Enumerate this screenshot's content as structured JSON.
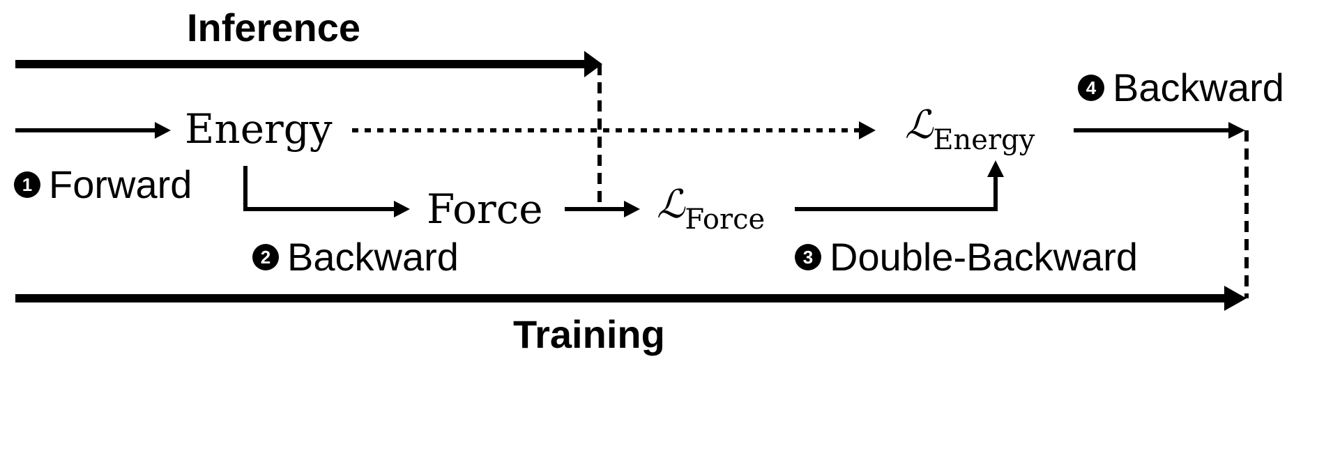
{
  "titles": {
    "inference": "Inference",
    "training": "Training"
  },
  "nodes": {
    "energy": "Energy",
    "force": "Force",
    "loss_symbol": "ℒ",
    "loss_force_sub": "Force",
    "loss_energy_sub": "Energy"
  },
  "steps": [
    {
      "num": "1",
      "label": "Forward"
    },
    {
      "num": "2",
      "label": "Backward"
    },
    {
      "num": "3",
      "label": "Double-Backward"
    },
    {
      "num": "4",
      "label": "Backward"
    }
  ],
  "colors": {
    "ink": "#000000",
    "background": "#ffffff"
  }
}
